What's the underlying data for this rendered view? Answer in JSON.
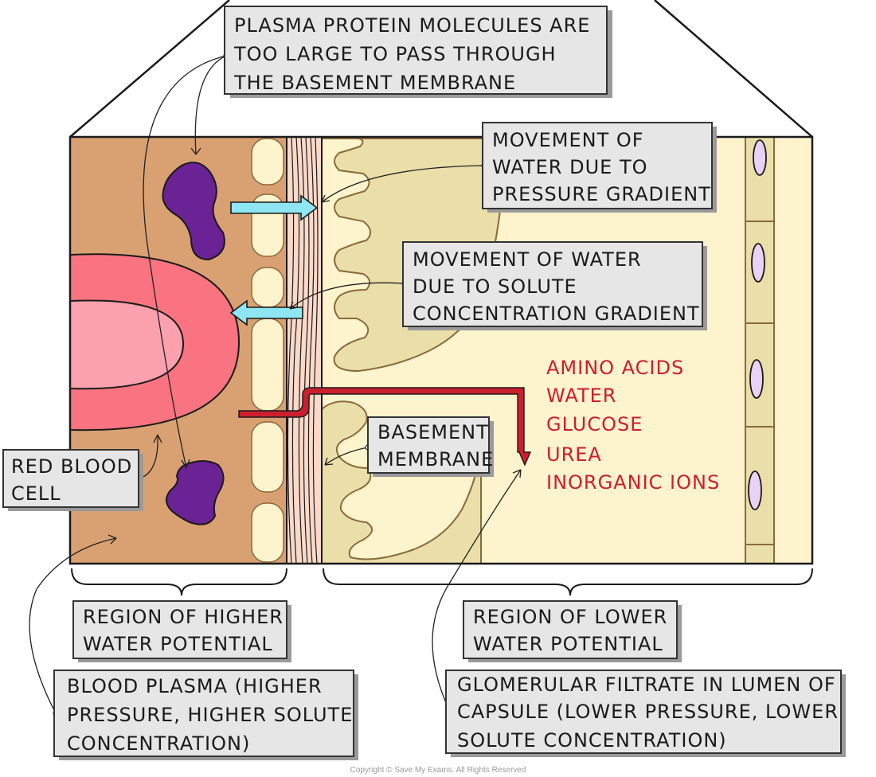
{
  "labels": {
    "plasma_protein": [
      "PLASMA PROTEIN MOLECULES ARE",
      "TOO LARGE TO PASS THROUGH",
      "THE BASEMENT MEMBRANE"
    ],
    "pressure_gradient": [
      "MOVEMENT OF",
      "WATER DUE TO",
      "PRESSURE GRADIENT"
    ],
    "solute_gradient": [
      "MOVEMENT OF WATER",
      "DUE TO SOLUTE",
      "CONCENTRATION GRADIENT"
    ],
    "basement_membrane": [
      "BASEMENT",
      "MEMBRANE"
    ],
    "red_blood_cell": [
      "RED BLOOD",
      "CELL"
    ],
    "higher_region": [
      "REGION OF HIGHER",
      "WATER POTENTIAL"
    ],
    "lower_region": [
      "REGION OF LOWER",
      "WATER POTENTIAL"
    ],
    "blood_plasma": [
      "BLOOD PLASMA (HIGHER",
      "PRESSURE, HIGHER SOLUTE",
      "CONCENTRATION)"
    ],
    "filtrate": [
      "GLOMERULAR FILTRATE IN LUMEN OF",
      "CAPSULE (LOWER PRESSURE, LOWER",
      "SOLUTE CONCENTRATION)"
    ]
  },
  "filtered_substances": [
    "AMINO ACIDS",
    "WATER",
    "GLUCOSE",
    "UREA",
    "INORGANIC IONS"
  ],
  "copyright": "Copyright © Save My Exams. All Rights Reserved",
  "colors": {
    "blood_plasma": "#d9a172",
    "filtrate": "#fdf3cc",
    "podocyte": "#ebdfa9",
    "red_blood_cell": "#f97480",
    "red_blood_cell_center": "#fba0ad",
    "plasma_protein": "#6a2294",
    "membrane": "#fbd9c8",
    "water_arrow": "#8ee6f2",
    "filtration_arrow": "#cc1f2e",
    "nucleus": "#e8d2f6",
    "label_box": "#e6e6e6"
  }
}
